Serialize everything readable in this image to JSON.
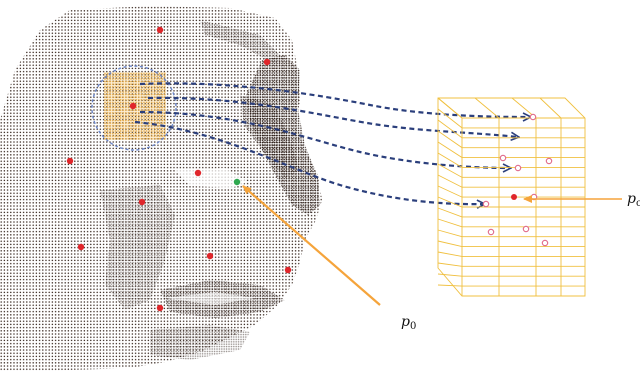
{
  "labels": {
    "p0_main": "p",
    "p0_sub": "0",
    "pc_main": "p",
    "pc_sub": "c"
  },
  "colors": {
    "point_cloud": "#3a2a22",
    "keypoint": "#e0262b",
    "query_point": "#2fa84f",
    "patch": "#f0b84a",
    "dashed_circle": "#6b86c9",
    "arrow": "#2b3f7c",
    "orange_arrow": "#f5a43b",
    "voxel_grid": "#f0c040",
    "grid_point": "#e06a8a"
  }
}
